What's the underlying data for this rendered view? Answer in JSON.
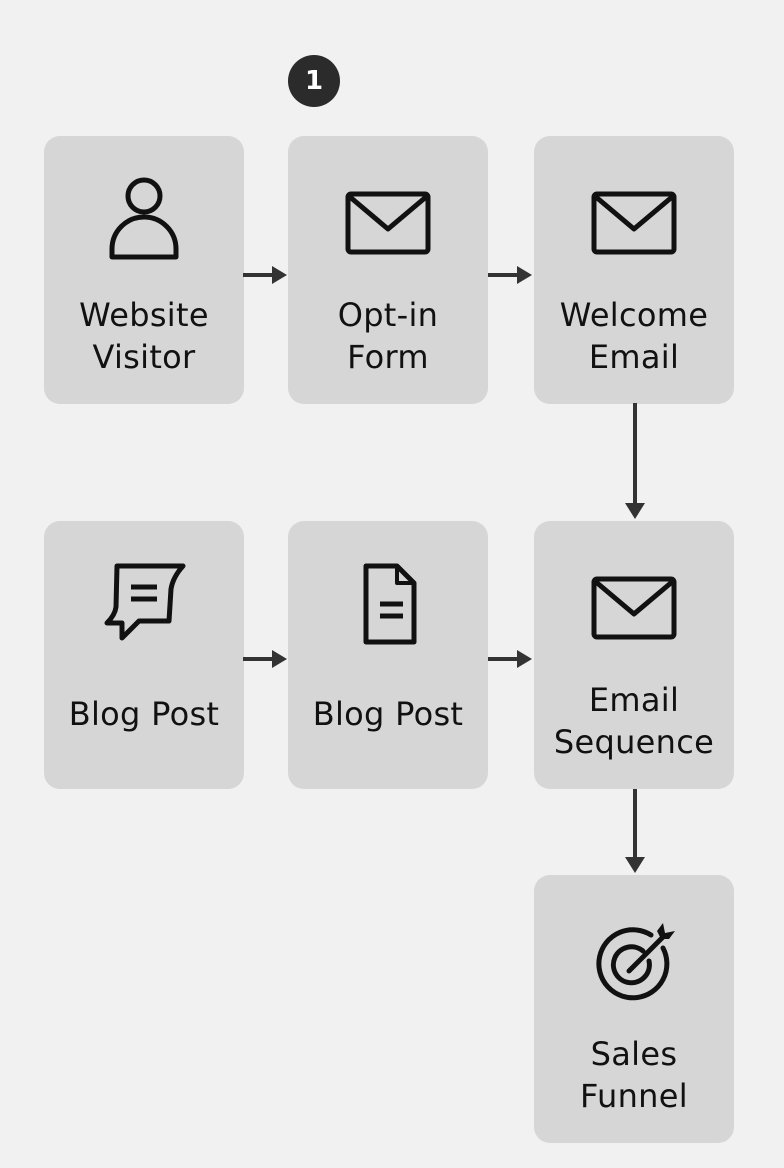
{
  "step_badge": {
    "label": "1"
  },
  "colors": {
    "background": "#f1f1f1",
    "node_fill": "#d6d6d6",
    "stroke": "#111111",
    "arrow": "#333333",
    "badge_fill": "#2b2b2b",
    "badge_text": "#ffffff"
  },
  "nodes": [
    {
      "id": "website-visitor",
      "icon": "person-icon",
      "lines": [
        "Website",
        "Visitor"
      ]
    },
    {
      "id": "opt-in-form",
      "icon": "envelope-icon",
      "lines": [
        "Opt-in",
        "Form"
      ]
    },
    {
      "id": "welcome-email",
      "icon": "envelope-icon",
      "lines": [
        "Welcome",
        "Email"
      ]
    },
    {
      "id": "blog-post-1",
      "icon": "speech-bubble-icon",
      "lines": [
        "Blog Post"
      ]
    },
    {
      "id": "blog-post-2",
      "icon": "document-icon",
      "lines": [
        "Blog Post"
      ]
    },
    {
      "id": "email-sequence",
      "icon": "envelope-icon",
      "lines": [
        "Email",
        "Sequence"
      ]
    },
    {
      "id": "sales-funnel",
      "icon": "target-icon",
      "lines": [
        "Sales",
        "Funnel"
      ]
    }
  ],
  "edges": [
    {
      "from": "website-visitor",
      "to": "opt-in-form",
      "direction": "right"
    },
    {
      "from": "opt-in-form",
      "to": "welcome-email",
      "direction": "right"
    },
    {
      "from": "welcome-email",
      "to": "email-sequence",
      "direction": "down"
    },
    {
      "from": "blog-post-1",
      "to": "blog-post-2",
      "direction": "right"
    },
    {
      "from": "blog-post-2",
      "to": "email-sequence",
      "direction": "right"
    },
    {
      "from": "email-sequence",
      "to": "sales-funnel",
      "direction": "down"
    }
  ]
}
